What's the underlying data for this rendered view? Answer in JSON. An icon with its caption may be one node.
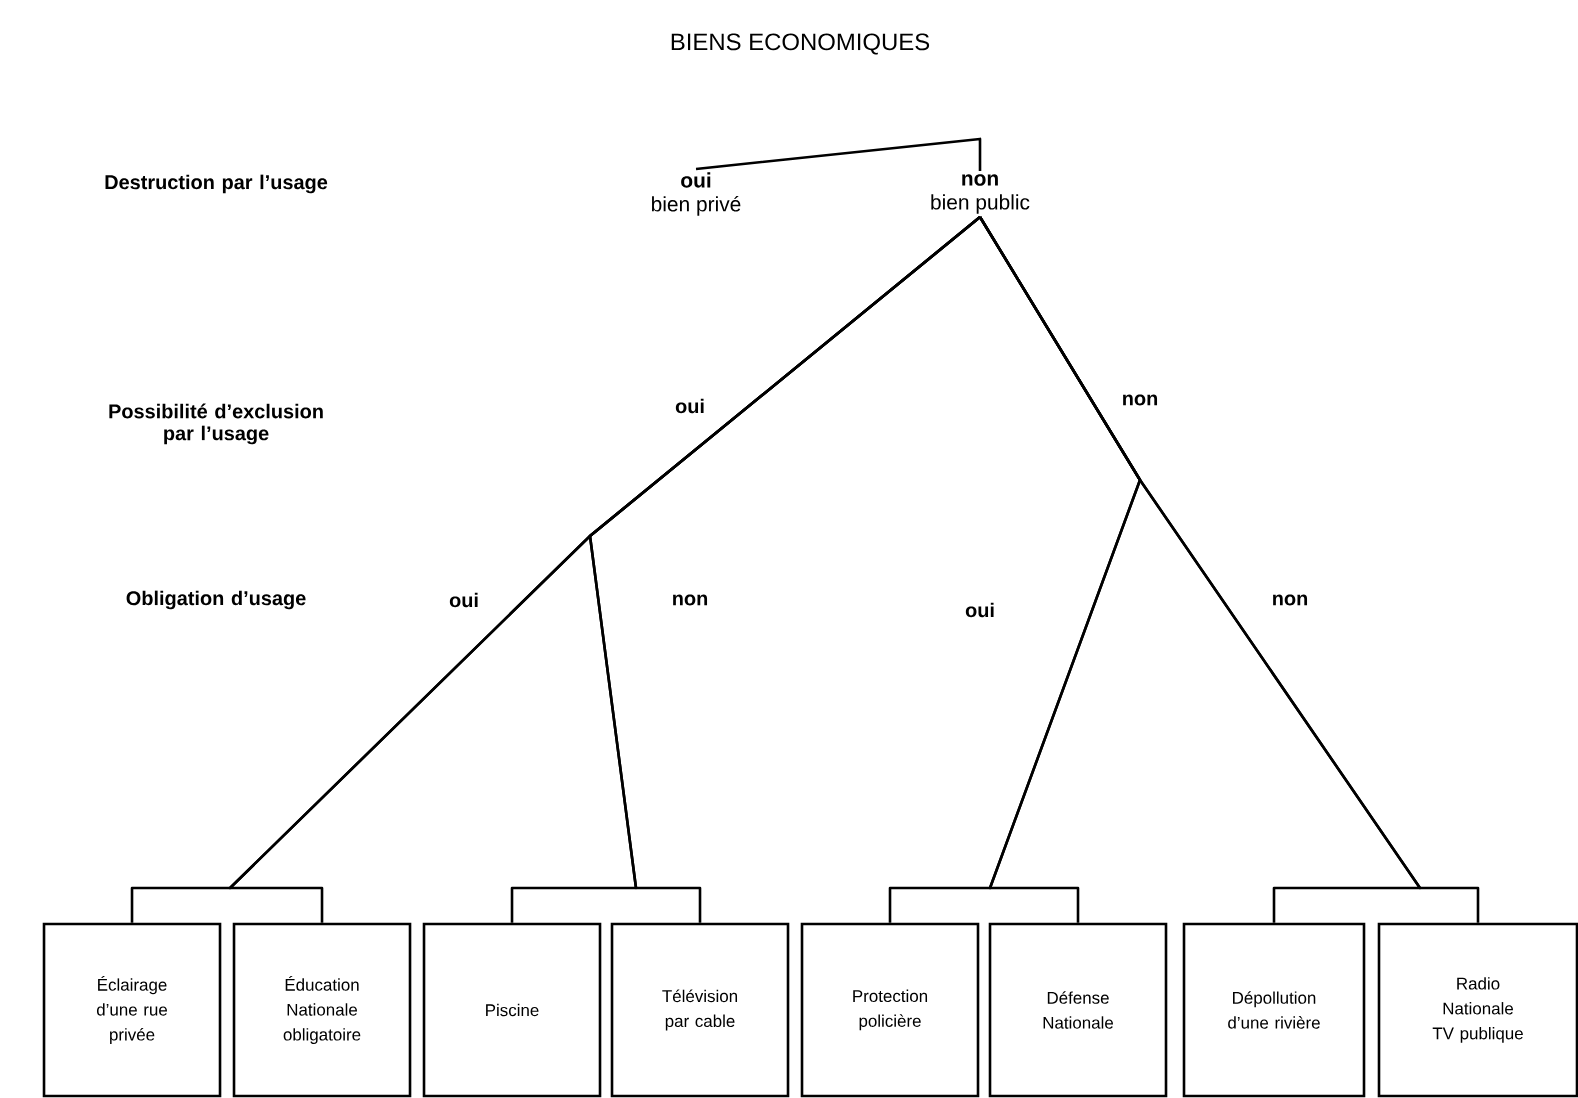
{
  "diagram": {
    "title": "BIENS ECONOMIQUES",
    "nodes": [
      {
        "text": [
          "oui",
          "bien privé"
        ]
      },
      {
        "text": [
          "non",
          "bien public"
        ]
      },
      {
        "text": [
          "Éclairage d’une rue privée"
        ]
      },
      {
        "text": [
          "Éducation Nationale obligatoire"
        ]
      },
      {
        "text": [
          "Piscine"
        ]
      },
      {
        "text": [
          "Télévision par cable"
        ]
      },
      {
        "text": [
          "Protection policière"
        ]
      },
      {
        "text": [
          "Défense Nationale"
        ]
      },
      {
        "text": [
          "Dépollution d’une rivière"
        ]
      },
      {
        "text": [
          "Radio Nationale TV publique"
        ]
      }
    ],
    "edges": [
      {
        "from": 0,
        "to": 1,
        "arrow": "none"
      },
      {
        "from": 1,
        "to": 2,
        "arrow": "none"
      },
      {
        "from": 1,
        "to": 3,
        "arrow": "none"
      },
      {
        "from": 1,
        "to": 4,
        "arrow": "none"
      },
      {
        "from": 1,
        "to": 5,
        "arrow": "none"
      },
      {
        "from": 1,
        "to": 6,
        "arrow": "none"
      },
      {
        "from": 1,
        "to": 7,
        "arrow": "none"
      },
      {
        "from": 1,
        "to": 8,
        "arrow": "none"
      },
      {
        "from": 1,
        "to": 9,
        "arrow": "none"
      }
    ],
    "labels": [
      "Destruction par l’usage",
      "Possibilité d’exclusion par l’usage",
      "oui",
      "non",
      "Obligation d’usage",
      "oui",
      "non",
      "oui",
      "non"
    ]
  }
}
